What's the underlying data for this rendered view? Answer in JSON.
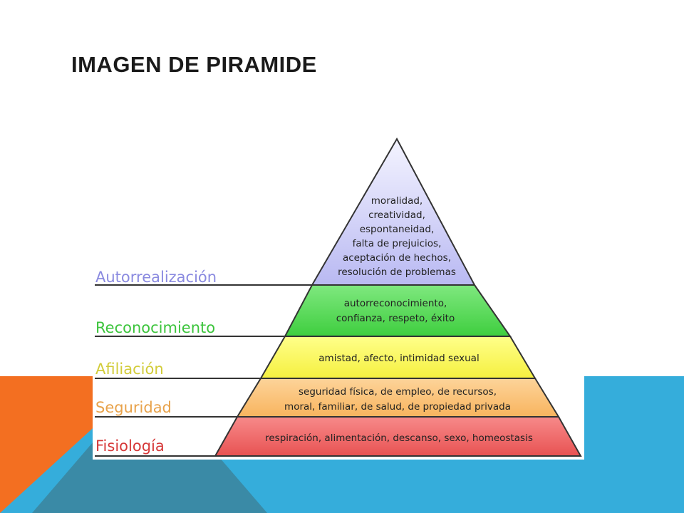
{
  "slide": {
    "title": "IMAGEN DE PIRAMIDE"
  },
  "pyramid": {
    "levels": [
      {
        "name": "Autorrealización",
        "name_color": "#8a8ae0",
        "fill": "#c9c9f6",
        "lines": [
          "moralidad,",
          "creatividad,",
          "espontaneidad,",
          "falta de prejuicios,",
          "aceptación de hechos,",
          "resolución de problemas"
        ]
      },
      {
        "name": "Reconocimiento",
        "name_color": "#3cc43c",
        "fill": "#55dd55",
        "lines": [
          "autorreconocimiento,",
          "confianza, respeto, éxito"
        ]
      },
      {
        "name": "Afiliación",
        "name_color": "#d2cc3a",
        "fill": "#fbfb5a",
        "lines": [
          "amistad, afecto, intimidad sexual"
        ]
      },
      {
        "name": "Seguridad",
        "name_color": "#e8a24a",
        "fill": "#fbc77a",
        "lines": [
          "seguridad física, de empleo, de recursos,",
          "moral, familiar, de salud, de propiedad privada"
        ]
      },
      {
        "name": "Fisiología",
        "name_color": "#d63838",
        "fill": "#f06c6c",
        "lines": [
          "respiración, alimentación, descanso, sexo, homeostasis"
        ]
      }
    ]
  },
  "colors": {
    "orange": "#f36f21",
    "blue": "#35addb",
    "teal_overlap": "#3a8aa6",
    "title": "#1a1a1a"
  }
}
